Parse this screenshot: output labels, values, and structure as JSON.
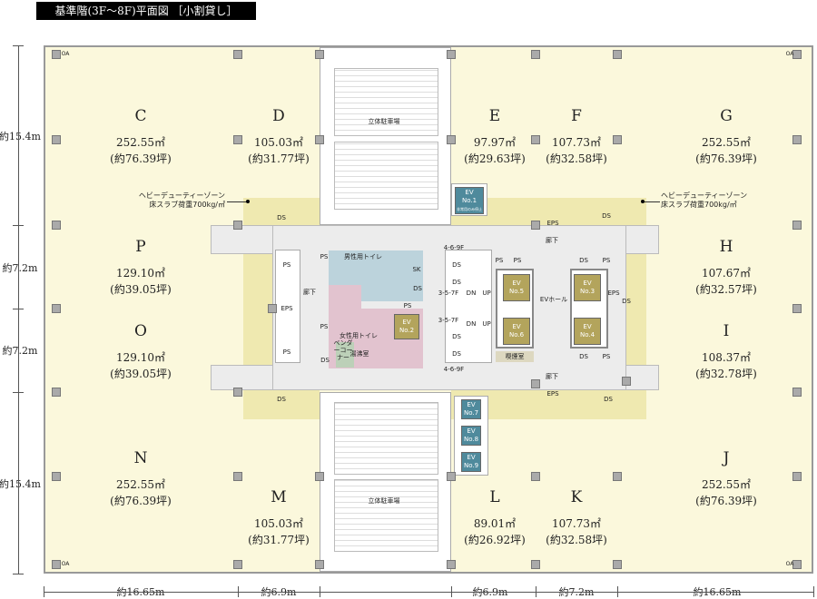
{
  "title": "基準階(3F〜8F)平面図 ［小割貸し］",
  "units": [
    {
      "id": "C",
      "area": "252.55㎡",
      "tsubo": "(約76.39坪)"
    },
    {
      "id": "D",
      "area": "105.03㎡",
      "tsubo": "(約31.77坪)"
    },
    {
      "id": "E",
      "area": "97.97㎡",
      "tsubo": "(約29.63坪)"
    },
    {
      "id": "F",
      "area": "107.73㎡",
      "tsubo": "(約32.58坪)"
    },
    {
      "id": "G",
      "area": "252.55㎡",
      "tsubo": "(約76.39坪)"
    },
    {
      "id": "P",
      "area": "129.10㎡",
      "tsubo": "(約39.05坪)"
    },
    {
      "id": "O",
      "area": "129.10㎡",
      "tsubo": "(約39.05坪)"
    },
    {
      "id": "H",
      "area": "107.67㎡",
      "tsubo": "(約32.57坪)"
    },
    {
      "id": "I",
      "area": "108.37㎡",
      "tsubo": "(約32.78坪)"
    },
    {
      "id": "N",
      "area": "252.55㎡",
      "tsubo": "(約76.39坪)"
    },
    {
      "id": "M",
      "area": "105.03㎡",
      "tsubo": "(約31.77坪)"
    },
    {
      "id": "L",
      "area": "89.01㎡",
      "tsubo": "(約26.92坪)"
    },
    {
      "id": "K",
      "area": "107.73㎡",
      "tsubo": "(約32.58坪)"
    },
    {
      "id": "J",
      "area": "252.55㎡",
      "tsubo": "(約76.39坪)"
    }
  ],
  "heavy_zone_note": {
    "line1": "ヘビーデューティーゾーン",
    "line2": "床スラブ荷重700kg/㎡"
  },
  "dims_left": [
    "約15.4m",
    "約7.2m",
    "約7.2m",
    "約15.4m"
  ],
  "dims_bottom": [
    "約16.65m",
    "約6.9m",
    "約6.9m",
    "約7.2m",
    "約16.65m"
  ],
  "oa_label": "OA",
  "rooms": [
    "DS",
    "DS",
    "PS",
    "EPS",
    "PS",
    "廊下",
    "PS",
    "PS",
    "男性用トイレ",
    "SK",
    "DS",
    "PS",
    "女性用トイレ",
    "ベンダーコーナー",
    "湯沸室",
    "DS",
    "4-6-9F",
    "DS",
    "DS",
    "3-5-7F",
    "DN",
    "UP",
    "3-5-7F",
    "DN",
    "UP",
    "DS",
    "DS",
    "4-6-9F",
    "PS",
    "PS",
    "EVホール",
    "喫煙室",
    "DS",
    "PS",
    "EPS",
    "DS",
    "DS",
    "PS",
    "廊下",
    "廊下",
    "EPS",
    "EPS",
    "DS",
    "DS",
    "立体駐車場",
    "立体駐車場"
  ],
  "elevators": [
    {
      "label": "EV",
      "no": "No.1",
      "sub": "非常用のみ停止",
      "color": "#4f8a9c"
    },
    {
      "label": "EV",
      "no": "No.2",
      "color": "#b3a45c"
    },
    {
      "label": "EV",
      "no": "No.5",
      "color": "#b3a45c"
    },
    {
      "label": "EV",
      "no": "No.6",
      "color": "#b3a45c"
    },
    {
      "label": "EV",
      "no": "No.3",
      "color": "#b3a45c"
    },
    {
      "label": "EV",
      "no": "No.4",
      "color": "#b3a45c"
    },
    {
      "label": "EV",
      "no": "No.7",
      "color": "#4f8a9c"
    },
    {
      "label": "EV",
      "no": "No.8",
      "color": "#4f8a9c"
    },
    {
      "label": "EV",
      "no": "No.9",
      "color": "#4f8a9c"
    }
  ],
  "colors": {
    "office": "#fbf8dc",
    "heavy": "#efe9b0",
    "core": "#ececec",
    "mens": "#bcd3dc",
    "womens": "#e2c3cf",
    "vendor": "#bcd0b8",
    "smoking": "#ddd8c0"
  }
}
